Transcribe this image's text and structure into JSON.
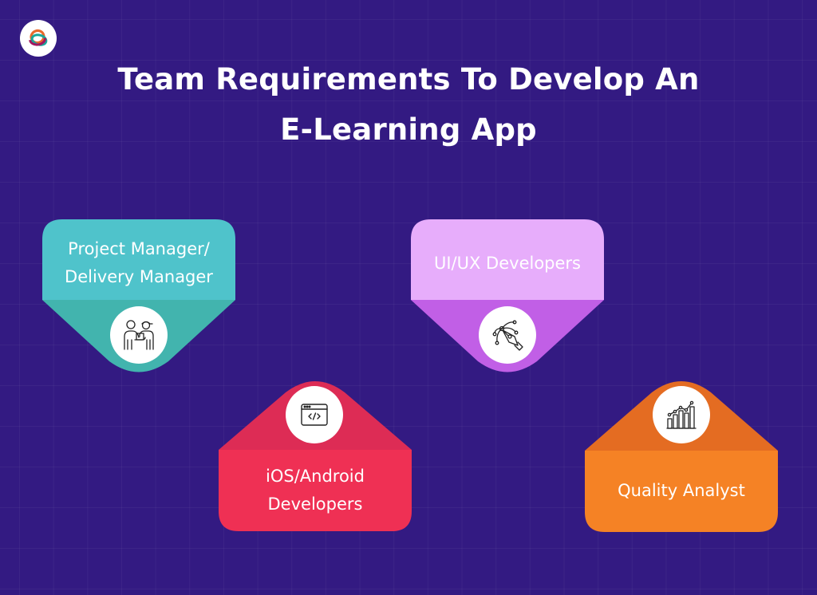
{
  "title": {
    "line1": "Team Requirements To Develop An",
    "line2": "E-Learning App"
  },
  "logo": {
    "icon": "brand-rings-icon"
  },
  "background": {
    "color": "#331a82",
    "grid": true
  },
  "cards": [
    {
      "id": "project-manager",
      "label_line1": "Project Manager/",
      "label_line2": "Delivery Manager",
      "icon": "handover-people-icon",
      "top_color": "#4fc3cb",
      "point_color": "#42b4ae",
      "orientation": "point-down"
    },
    {
      "id": "ui-ux",
      "label_line1": "UI/UX Developers",
      "icon": "pen-tool-bezier-icon",
      "top_color": "#e7adfb",
      "point_color": "#c15fe6",
      "orientation": "point-down"
    },
    {
      "id": "ios-android",
      "label_line1": "iOS/Android",
      "label_line2": "Developers",
      "icon": "code-window-icon",
      "top_color": "#dd2c55",
      "point_color": "#ef3054",
      "orientation": "point-up"
    },
    {
      "id": "quality-analyst",
      "label_line1": "Quality Analyst",
      "icon": "bar-line-chart-icon",
      "top_color": "#e46c22",
      "point_color": "#f58225",
      "orientation": "point-up"
    }
  ]
}
